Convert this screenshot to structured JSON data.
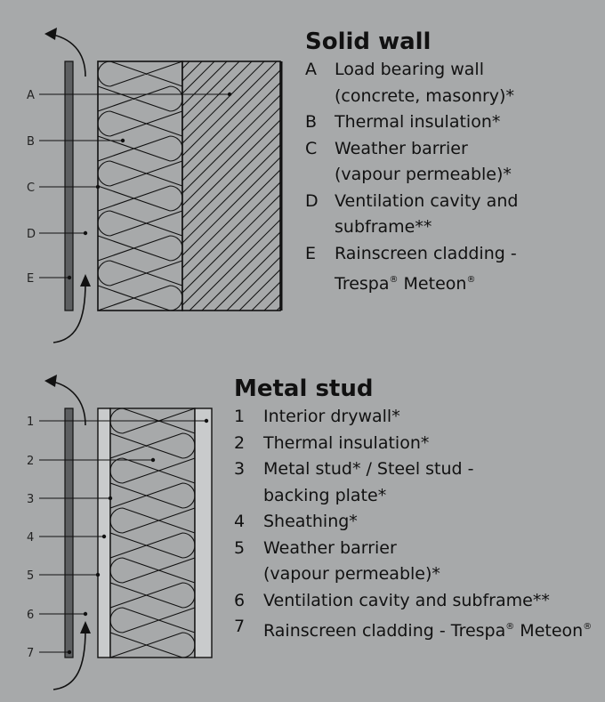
{
  "solid_wall": {
    "title": "Solid wall",
    "labels": [
      "A",
      "B",
      "C",
      "D",
      "E"
    ],
    "items": [
      {
        "key": "A",
        "lines": [
          "Load bearing wall",
          "(concrete, masonry)*"
        ]
      },
      {
        "key": "B",
        "lines": [
          "Thermal insulation*"
        ]
      },
      {
        "key": "C",
        "lines": [
          "Weather barrier",
          "(vapour permeable)*"
        ]
      },
      {
        "key": "D",
        "lines": [
          "Ventilation cavity and",
          "subframe**"
        ]
      },
      {
        "key": "E",
        "lines": [
          "Rainscreen cladding -",
          "Trespa® Meteon®"
        ]
      }
    ]
  },
  "metal_stud": {
    "title": "Metal stud",
    "labels": [
      "1",
      "2",
      "3",
      "4",
      "5",
      "6",
      "7"
    ],
    "items": [
      {
        "key": "1",
        "lines": [
          "Interior drywall*"
        ]
      },
      {
        "key": "2",
        "lines": [
          "Thermal insulation*"
        ]
      },
      {
        "key": "3",
        "lines": [
          "Metal stud* / Steel stud -",
          "backing plate*"
        ]
      },
      {
        "key": "4",
        "lines": [
          "Sheathing*"
        ]
      },
      {
        "key": "5",
        "lines": [
          "Weather barrier",
          "(vapour permeable)*"
        ]
      },
      {
        "key": "6",
        "lines": [
          "Ventilation cavity and subframe**"
        ]
      },
      {
        "key": "7",
        "lines": [
          "Rainscreen cladding - Trespa® Meteon®"
        ]
      }
    ]
  },
  "colors": {
    "background": "#a7a9aa",
    "cladding": "#5d5f61",
    "drywall": "#c9cbcc",
    "line": "#111111"
  }
}
